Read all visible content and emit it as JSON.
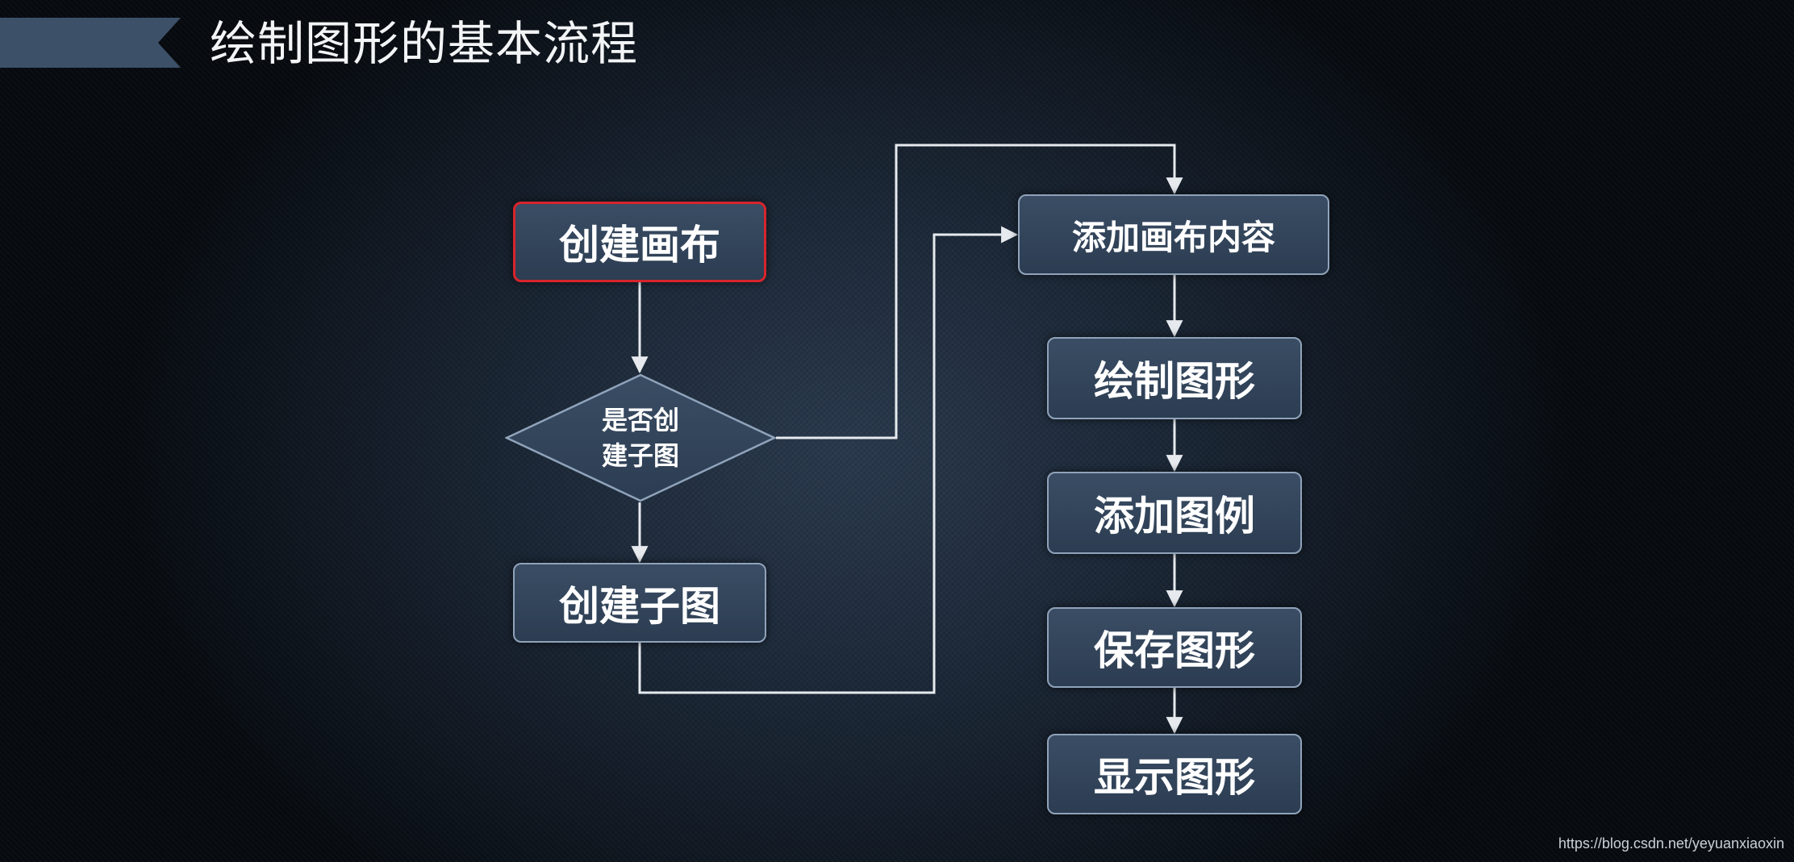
{
  "header": {
    "title": "绘制图形的基本流程"
  },
  "nodes": {
    "create_canvas": "创建画布",
    "decision_line1": "是否创",
    "decision_line2": "建子图",
    "create_subplot": "创建子图",
    "add_content": "添加画布内容",
    "draw_figure": "绘制图形",
    "add_legend": "添加图例",
    "save_figure": "保存图形",
    "show_figure": "显示图形"
  },
  "watermark": "https://blog.csdn.net/yeyuanxiaoxin",
  "colors": {
    "background": "#1b2736",
    "node_fill": "#34465c",
    "node_border": "#8fa3ba",
    "active_border": "#d8242c",
    "connector": "#e6eaee",
    "ribbon": "#3c5068"
  }
}
